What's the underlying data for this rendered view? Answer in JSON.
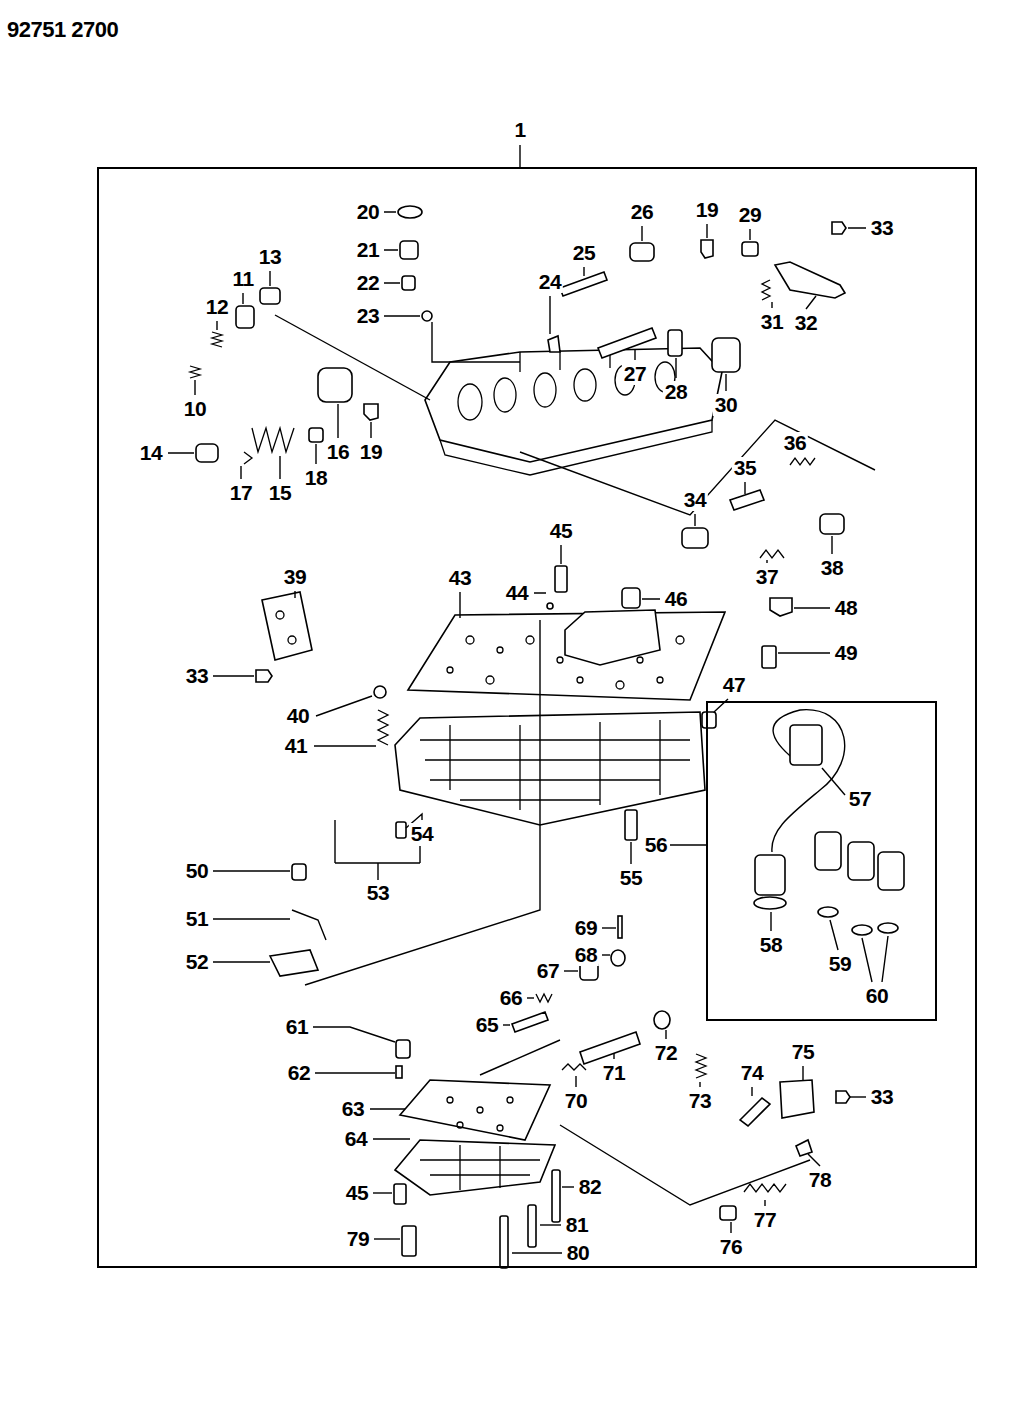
{
  "diagram": {
    "nodes": [
      {
        "text": [
          "1"
        ]
      },
      {
        "text": [
          "57",
          "58",
          "59",
          "60"
        ],
        "in": 0
      }
    ],
    "labels": [
      "92751 2700",
      "20",
      "26",
      "19",
      "29",
      "33",
      "21",
      "25",
      "13",
      "11",
      "24",
      "22",
      "12",
      "23",
      "31",
      "32",
      "27",
      "28",
      "30",
      "10",
      "36",
      "14",
      "16",
      "19",
      "35",
      "18",
      "17",
      "15",
      "34",
      "45",
      "38",
      "37",
      "39",
      "43",
      "44",
      "46",
      "48",
      "49",
      "33",
      "47",
      "40",
      "41",
      "54",
      "56",
      "50",
      "55",
      "53",
      "51",
      "52",
      "69",
      "68",
      "67",
      "66",
      "65",
      "61",
      "72",
      "75",
      "62",
      "71",
      "74",
      "70",
      "73",
      "33",
      "63",
      "64",
      "78",
      "82",
      "45",
      "77",
      "81",
      "76",
      "79",
      "80"
    ]
  }
}
